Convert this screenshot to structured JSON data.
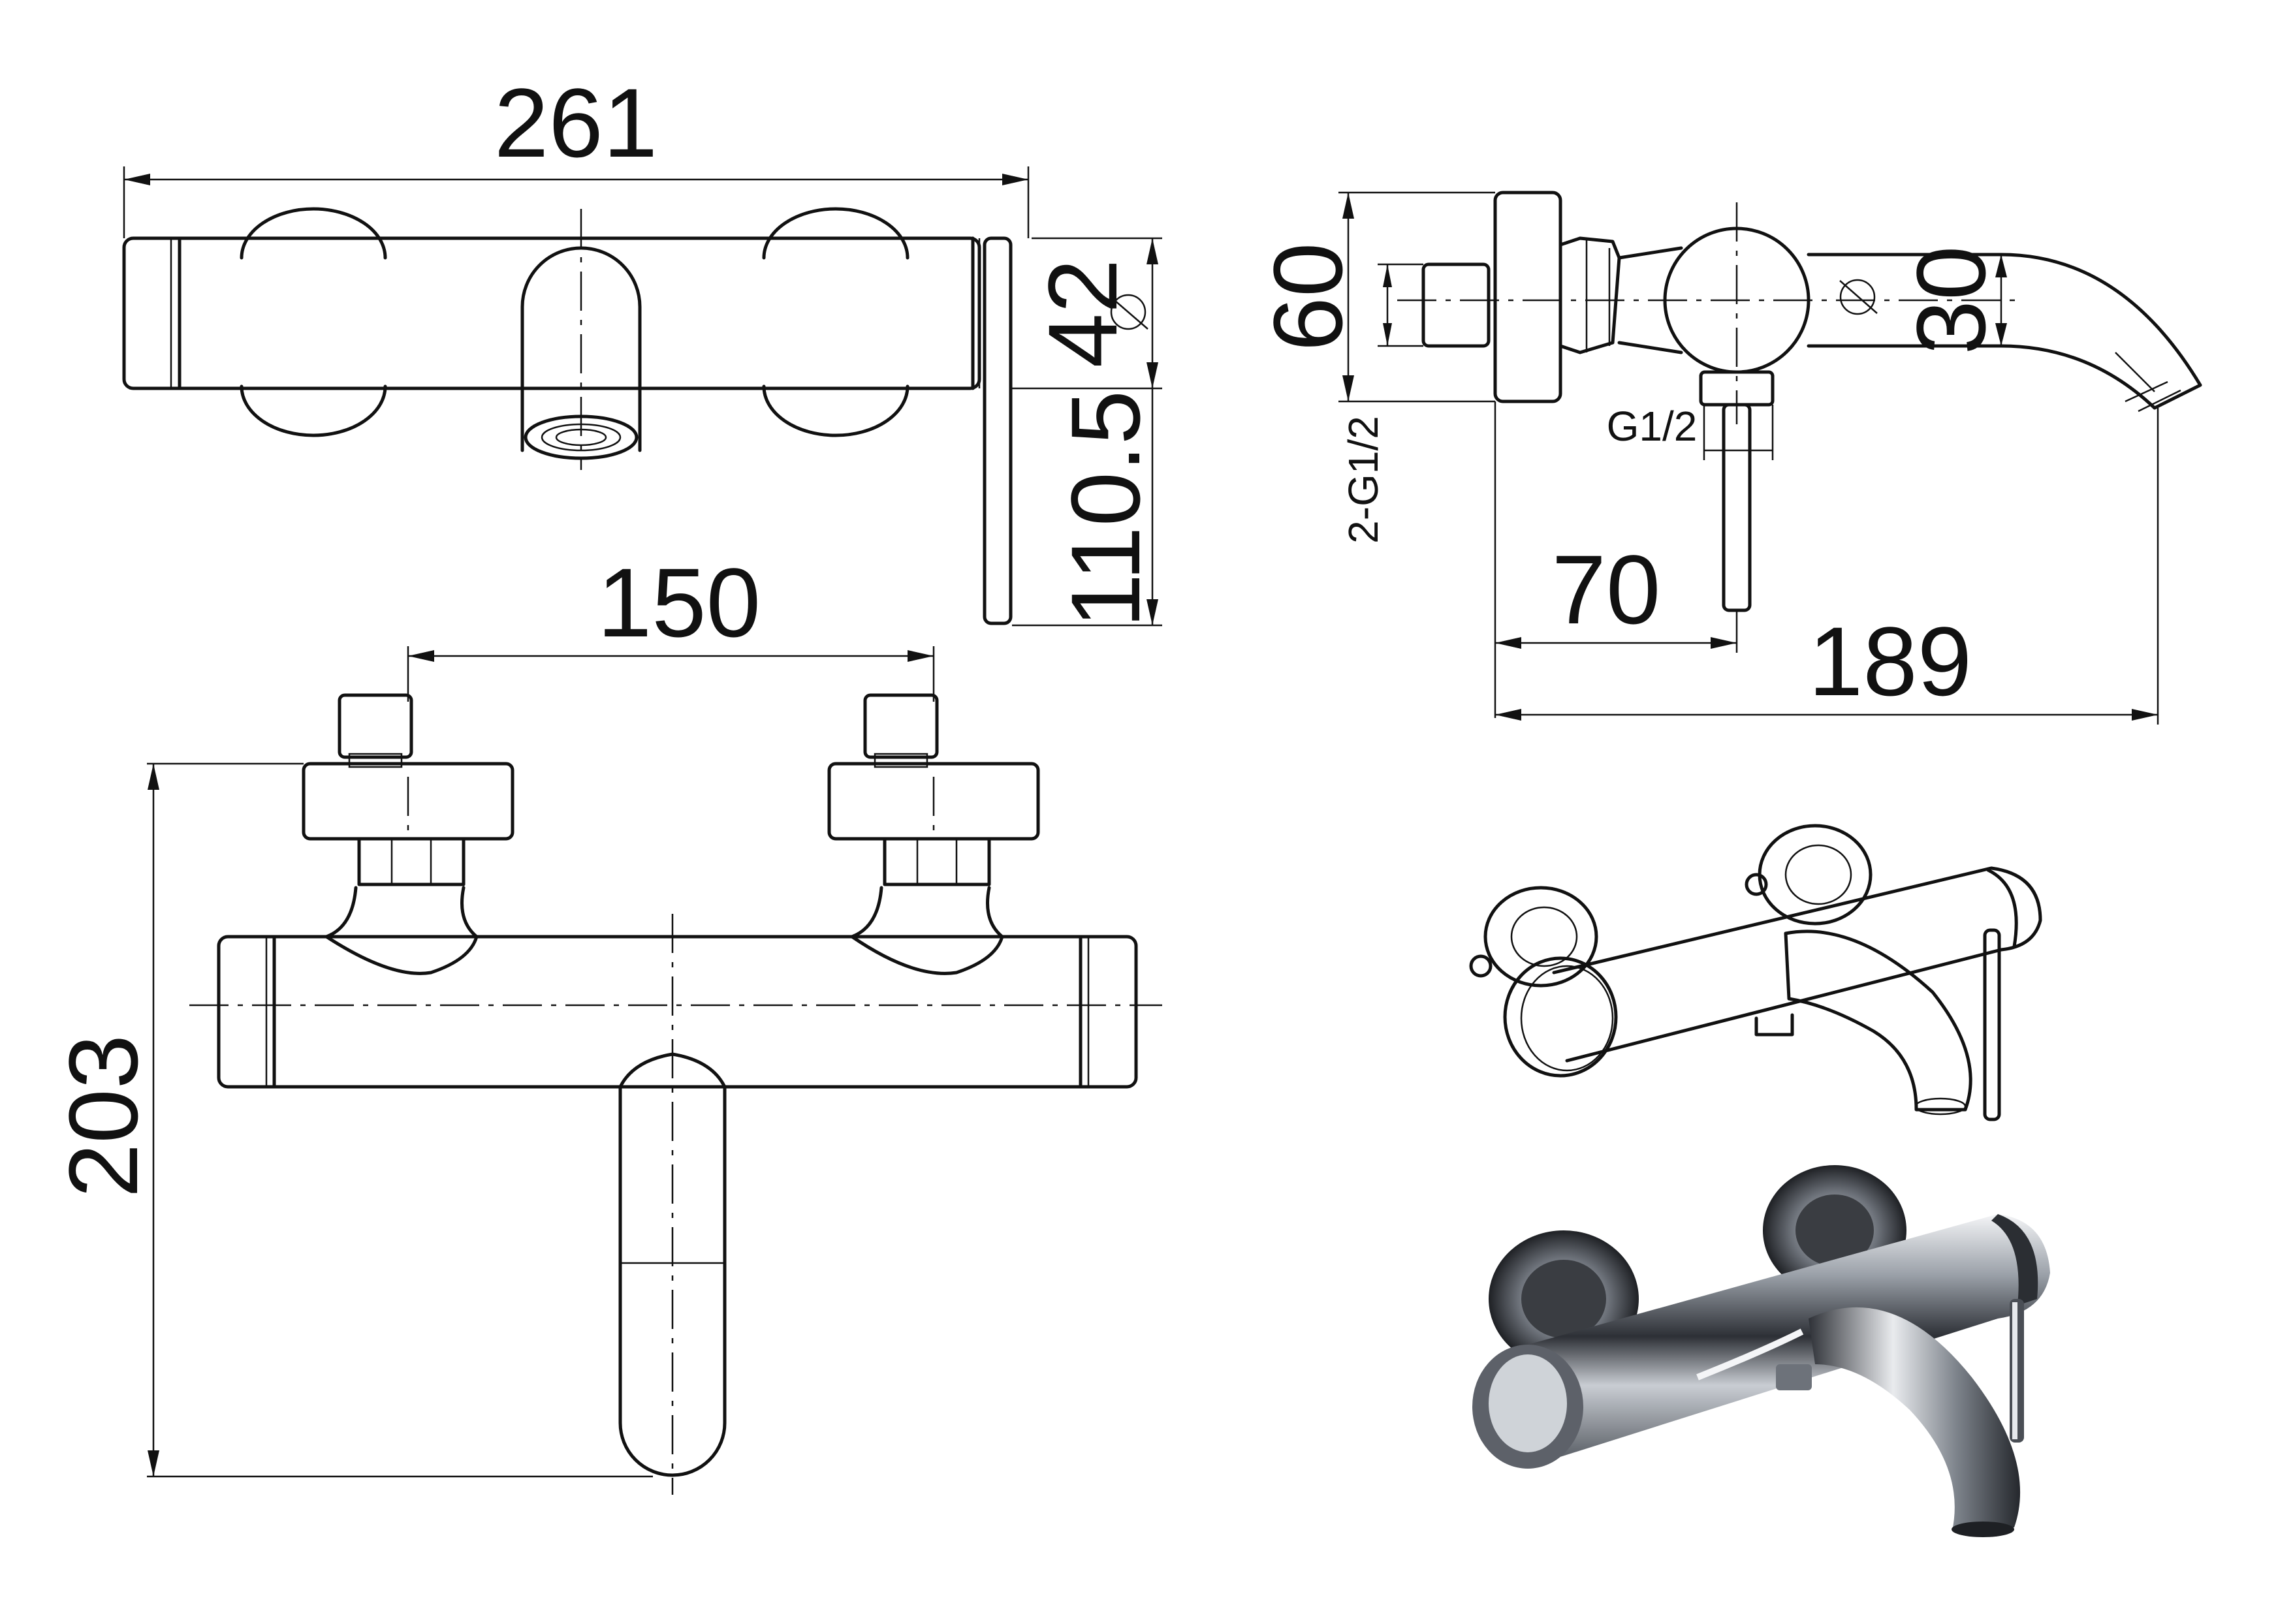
{
  "dimensions": {
    "overall_length": "261",
    "body_height": "42",
    "lever_drop": "110.5",
    "inlet_spacing": "150",
    "total_depth": "203",
    "eccentric_height": "60",
    "spout_diameter": "30",
    "wall_to_lever": "70",
    "wall_to_spout": "189"
  },
  "threads": {
    "inlet_thread": "2-G1/2",
    "outlet_thread": "G1/2"
  },
  "colors": {
    "line": "#111111",
    "background": "#ffffff",
    "chrome_dark": "#3a3d42",
    "chrome_light": "#e6e8ec"
  }
}
